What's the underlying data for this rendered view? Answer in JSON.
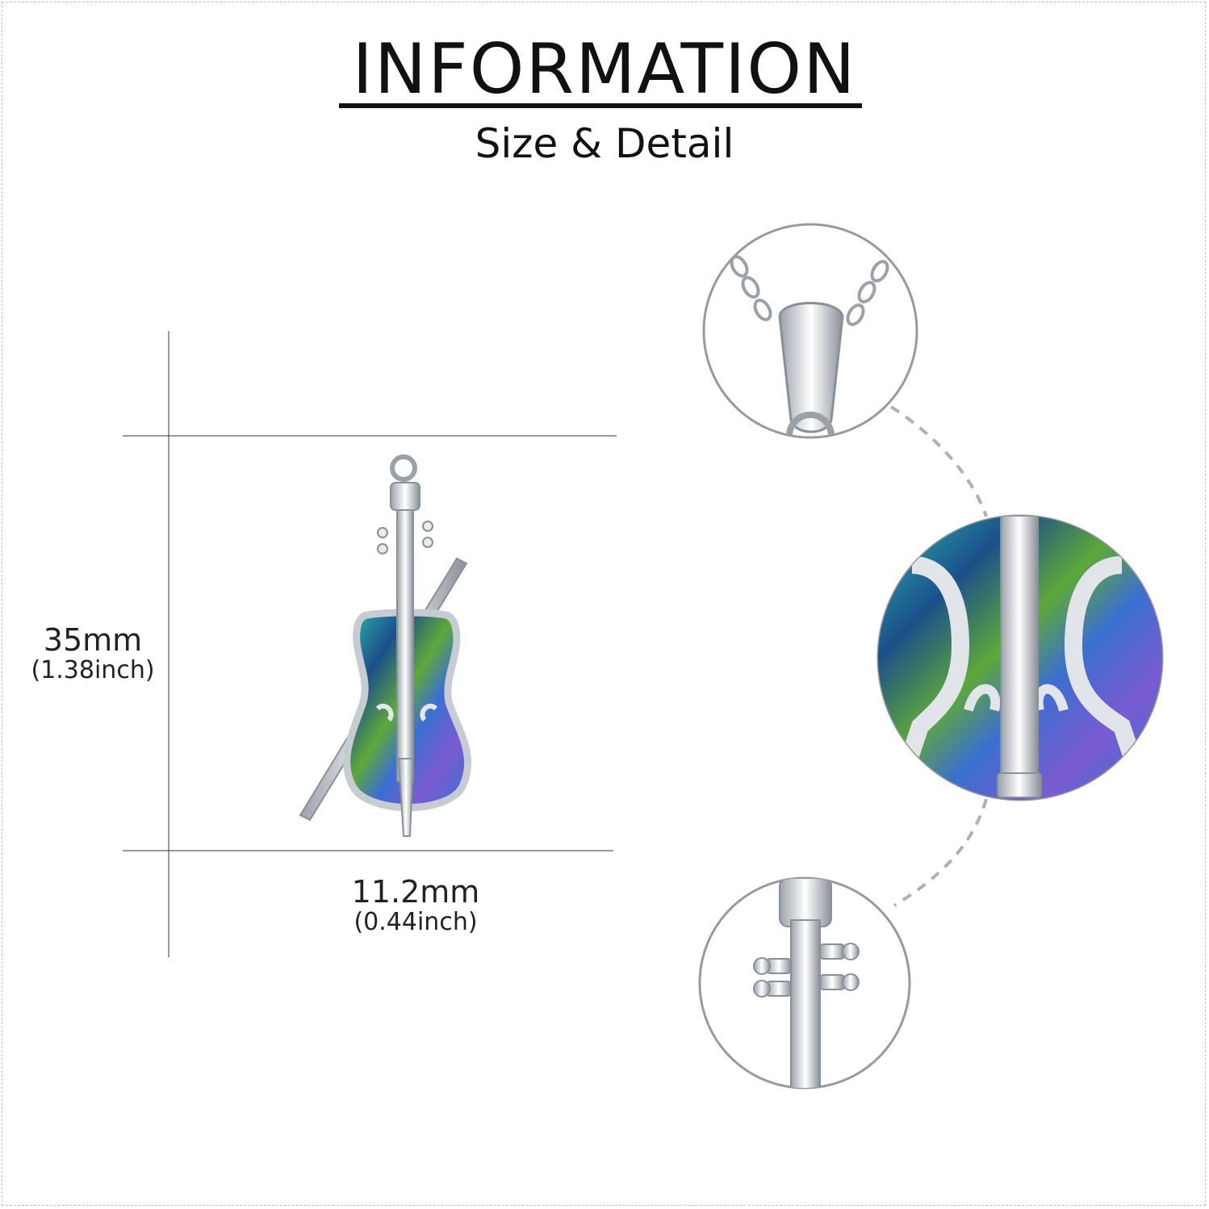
{
  "header": {
    "title": "INFORMATION",
    "subtitle": "Size & Detail"
  },
  "dimensions": {
    "height_mm": "35mm",
    "height_inch": "(1.38inch)",
    "width_mm": "11.2mm",
    "width_inch": "(0.44inch)"
  },
  "colors": {
    "silver": "#d9dde2",
    "silver_dark": "#8a9098",
    "abalone_blue": "#3b6fd1",
    "abalone_teal": "#2fb9b0",
    "abalone_green": "#5ea83a",
    "abalone_purple": "#7a5bd1",
    "text": "#111111",
    "dashed_connector": "#b0b0b0"
  }
}
